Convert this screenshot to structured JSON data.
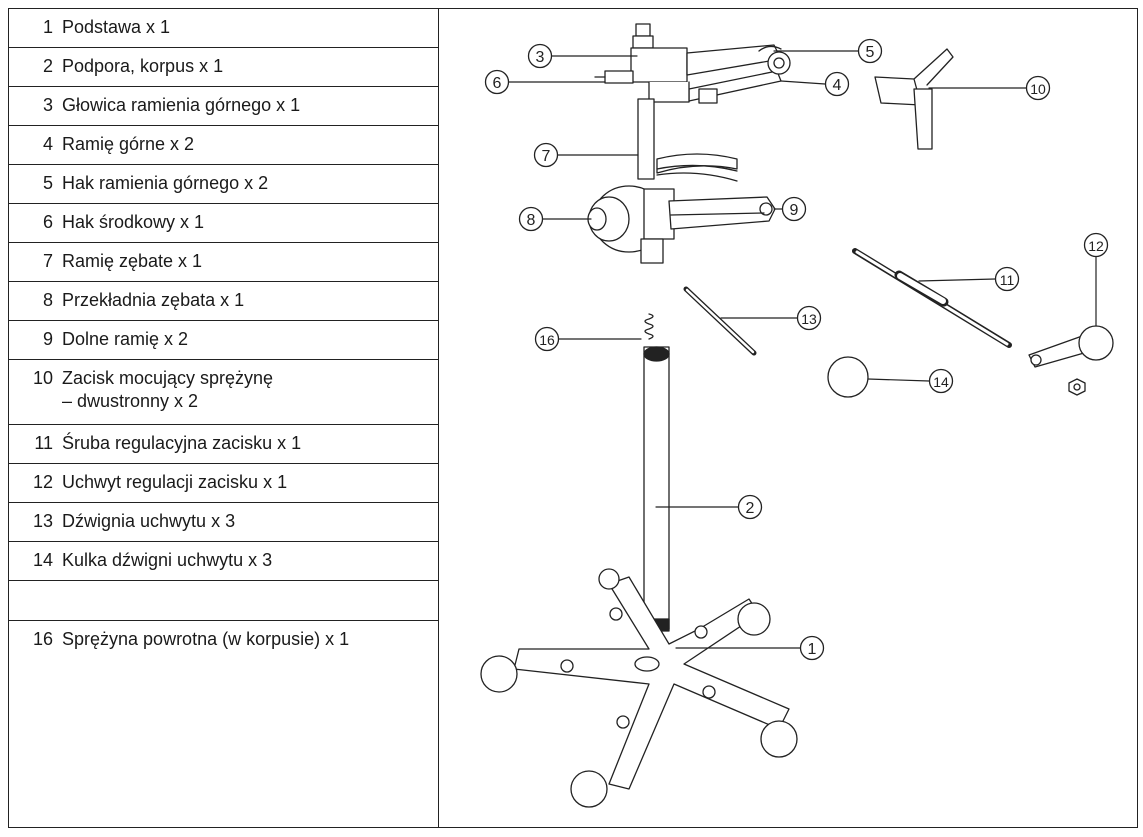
{
  "parts": [
    {
      "num": "1",
      "label": "Podstawa x 1"
    },
    {
      "num": "2",
      "label": "Podpora, korpus x 1"
    },
    {
      "num": "3",
      "label": "Głowica ramienia górnego x 1"
    },
    {
      "num": "4",
      "label": "Ramię górne x 2"
    },
    {
      "num": "5",
      "label": "Hak ramienia górnego x 2"
    },
    {
      "num": "6",
      "label": "Hak środkowy x 1"
    },
    {
      "num": "7",
      "label": "Ramię zębate x 1"
    },
    {
      "num": "8",
      "label": "Przekładnia zębata x 1"
    },
    {
      "num": "9",
      "label": "Dolne ramię x 2"
    },
    {
      "num": "10",
      "label": "Zacisk mocujący sprężynę",
      "label2": "– dwustronny x 2"
    },
    {
      "num": "11",
      "label": "Śruba regulacyjna zacisku x 1"
    },
    {
      "num": "12",
      "label": "Uchwyt regulacji zacisku x 1"
    },
    {
      "num": "13",
      "label": "Dźwignia uchwytu x 3"
    },
    {
      "num": "14",
      "label": "Kulka dźwigni uchwytu x 3"
    },
    {
      "num": "",
      "label": ""
    },
    {
      "num": "16",
      "label": "Sprężyna powrotna (w korpusie) x 1"
    }
  ],
  "callouts": {
    "c1": "1",
    "c2": "2",
    "c3": "3",
    "c4": "4",
    "c5": "5",
    "c6": "6",
    "c7": "7",
    "c8": "8",
    "c9": "9",
    "c10": "10",
    "c11": "11",
    "c12": "12",
    "c13": "13",
    "c14": "14",
    "c16": "16"
  }
}
